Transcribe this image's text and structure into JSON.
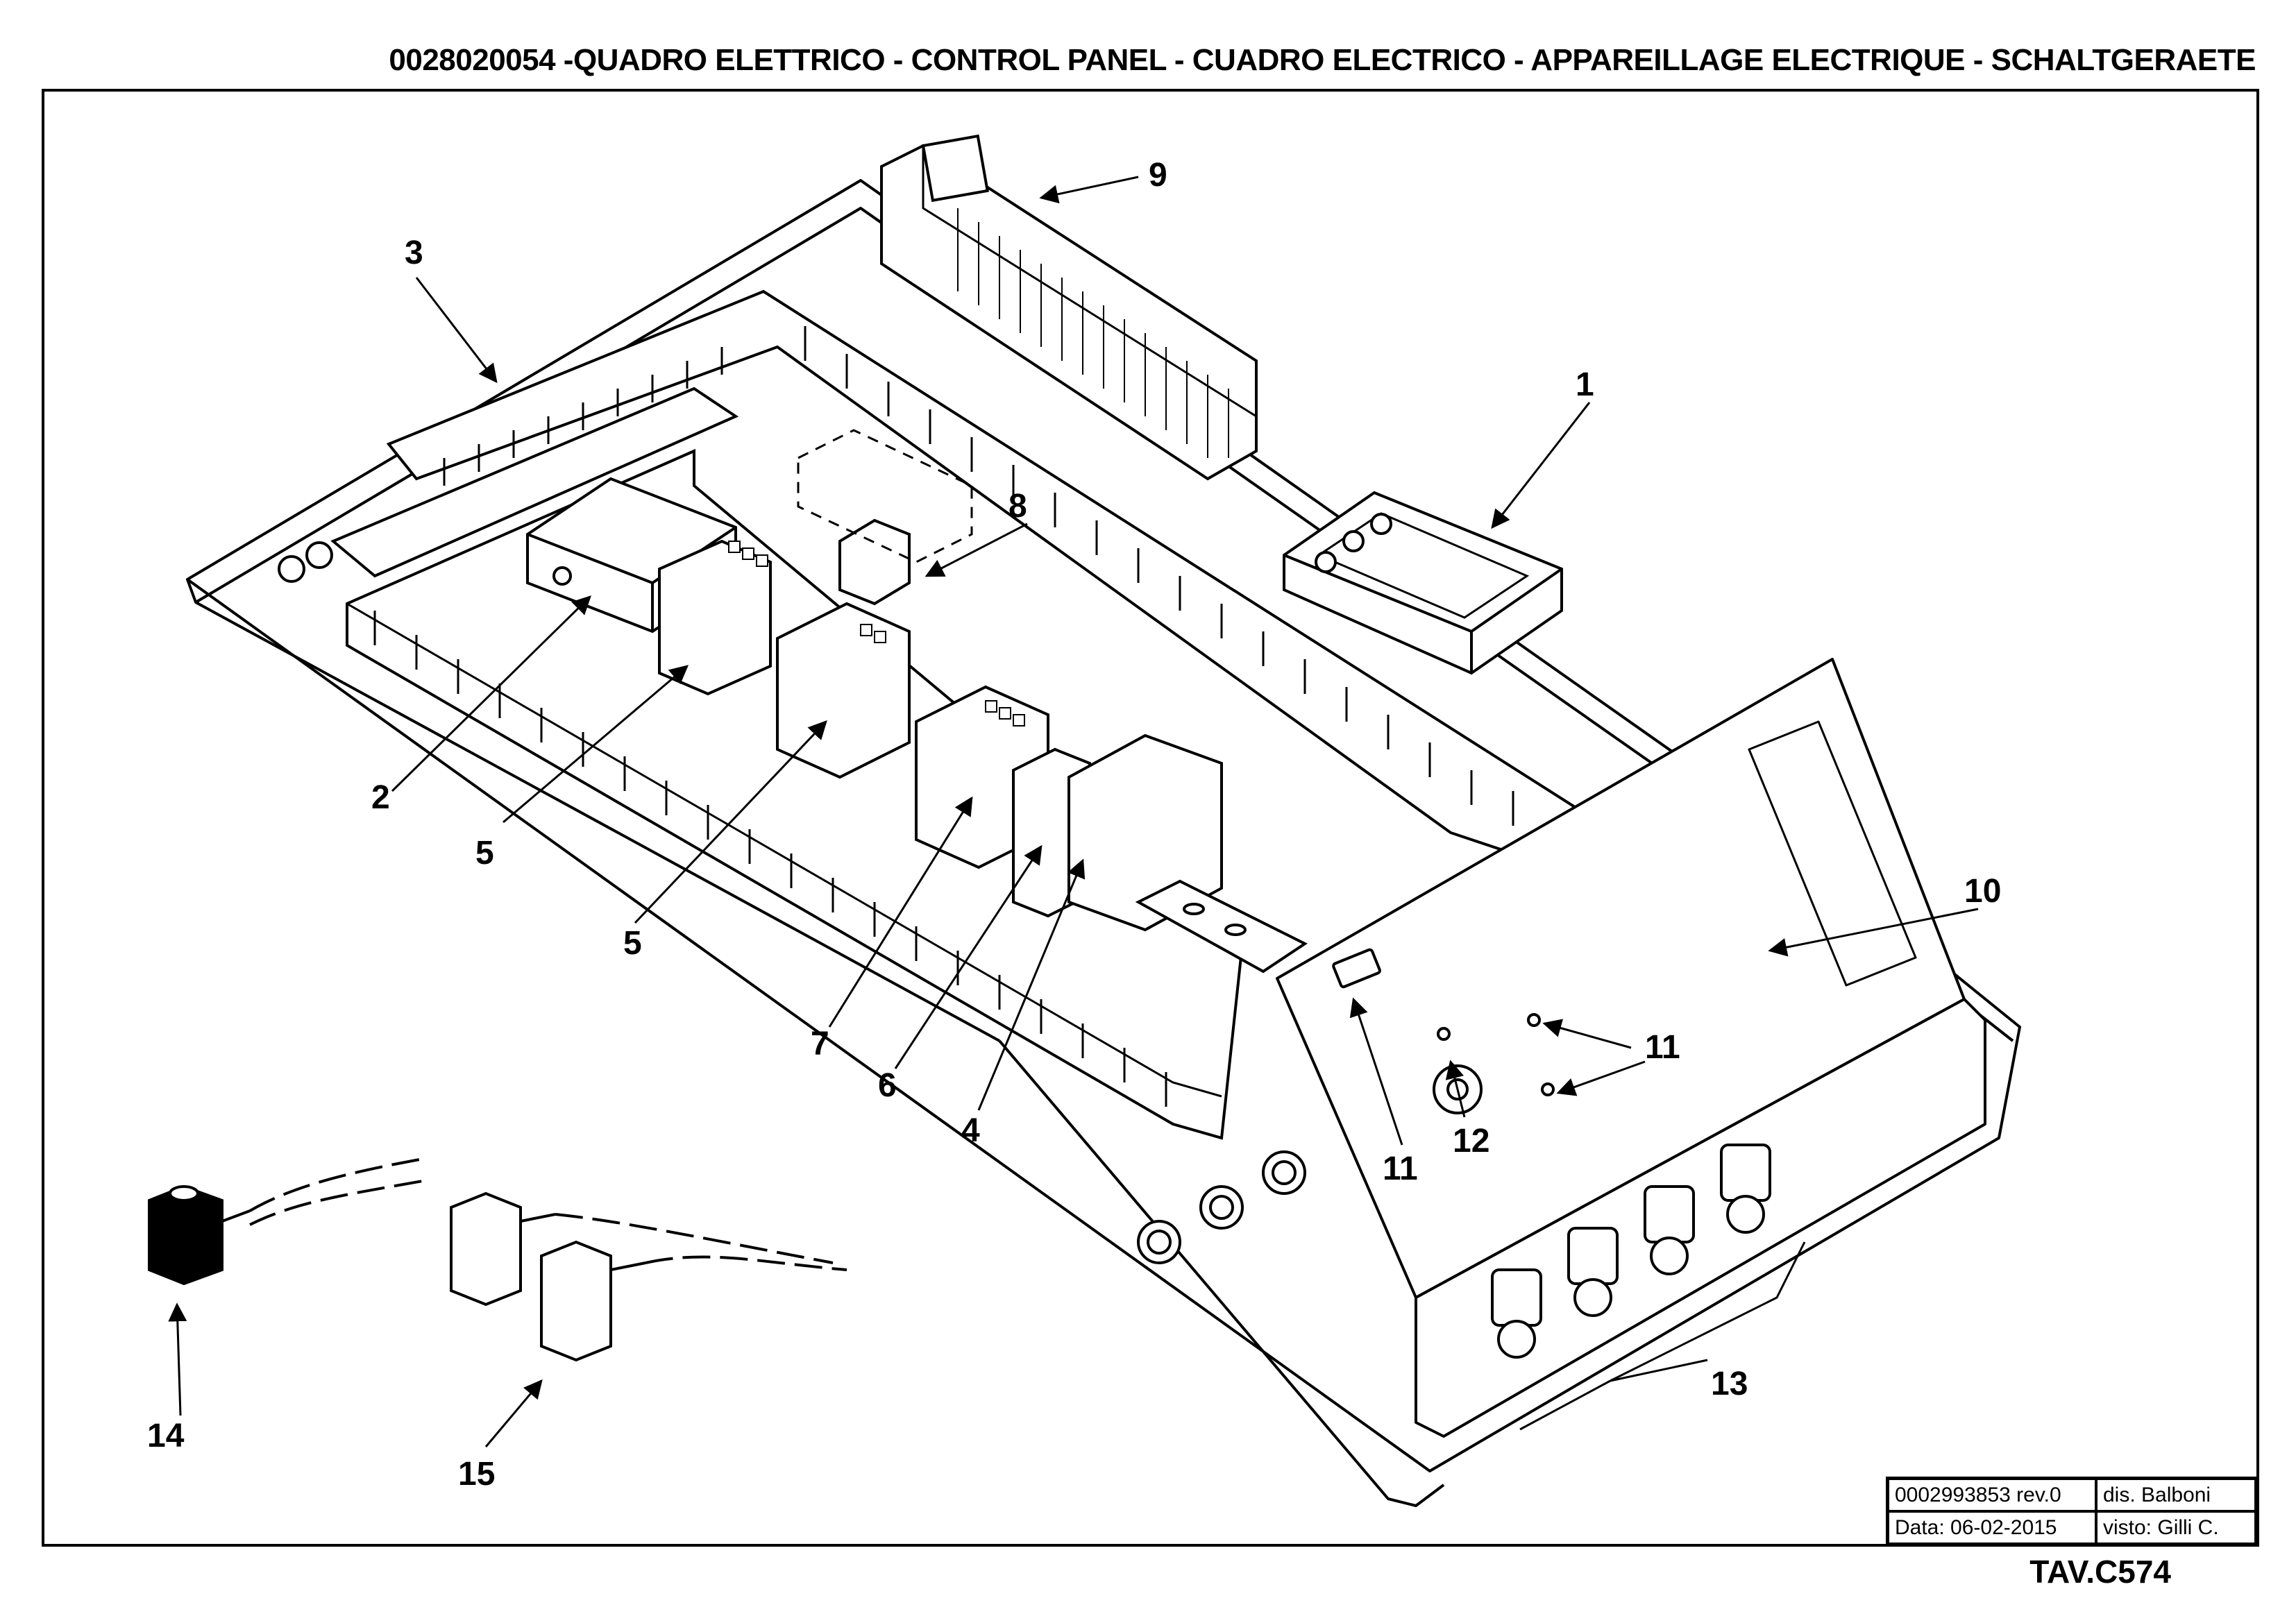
{
  "header": {
    "title": "0028020054 -QUADRO ELETTRICO - CONTROL PANEL - CUADRO ELECTRICO - APPAREILLAGE ELECTRIQUE - SCHALTGERAETE"
  },
  "callouts": {
    "c1": "1",
    "c2": "2",
    "c3": "3",
    "c4": "4",
    "c5a": "5",
    "c5b": "5",
    "c6": "6",
    "c7": "7",
    "c8": "8",
    "c9": "9",
    "c10": "10",
    "c11a": "11",
    "c11b": "11",
    "c12": "12",
    "c13": "13",
    "c14": "14",
    "c15": "15"
  },
  "title_block": {
    "drawing_number": "0002993853 rev.0",
    "drawn_by": "dis. Balboni",
    "date": "Data: 06-02-2015",
    "checked_by": "visto: Gilli C."
  },
  "table_ref": "TAV.C574"
}
